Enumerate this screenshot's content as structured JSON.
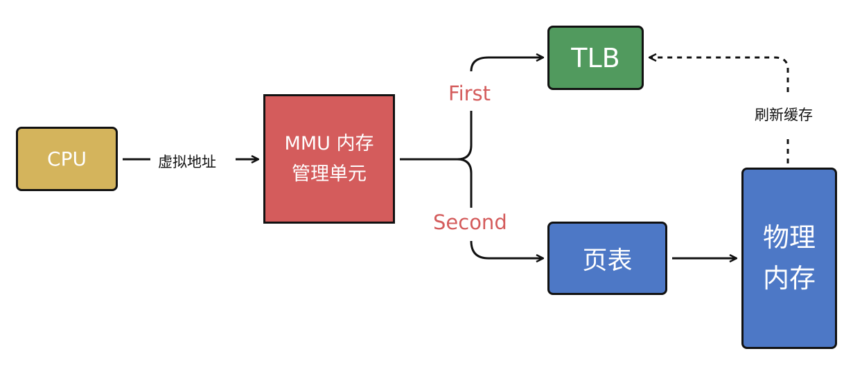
{
  "nodes": {
    "cpu": "CPU",
    "mmu_line1": "MMU 内存",
    "mmu_line2": "管理单元",
    "tlb": "TLB",
    "page_table": "页表",
    "physical_line1": "物理",
    "physical_line2": "内存"
  },
  "edges": {
    "virtual_address": "虚拟地址",
    "first": "First",
    "second": "Second",
    "refresh_cache": "刷新缓存"
  },
  "colors": {
    "cpu": "#d4b45c",
    "mmu": "#d45c5c",
    "tlb": "#519a5e",
    "page_table": "#4d78c6",
    "physical_memory": "#4d78c6",
    "branch_label": "#d45c5c",
    "stroke": "#111111"
  }
}
